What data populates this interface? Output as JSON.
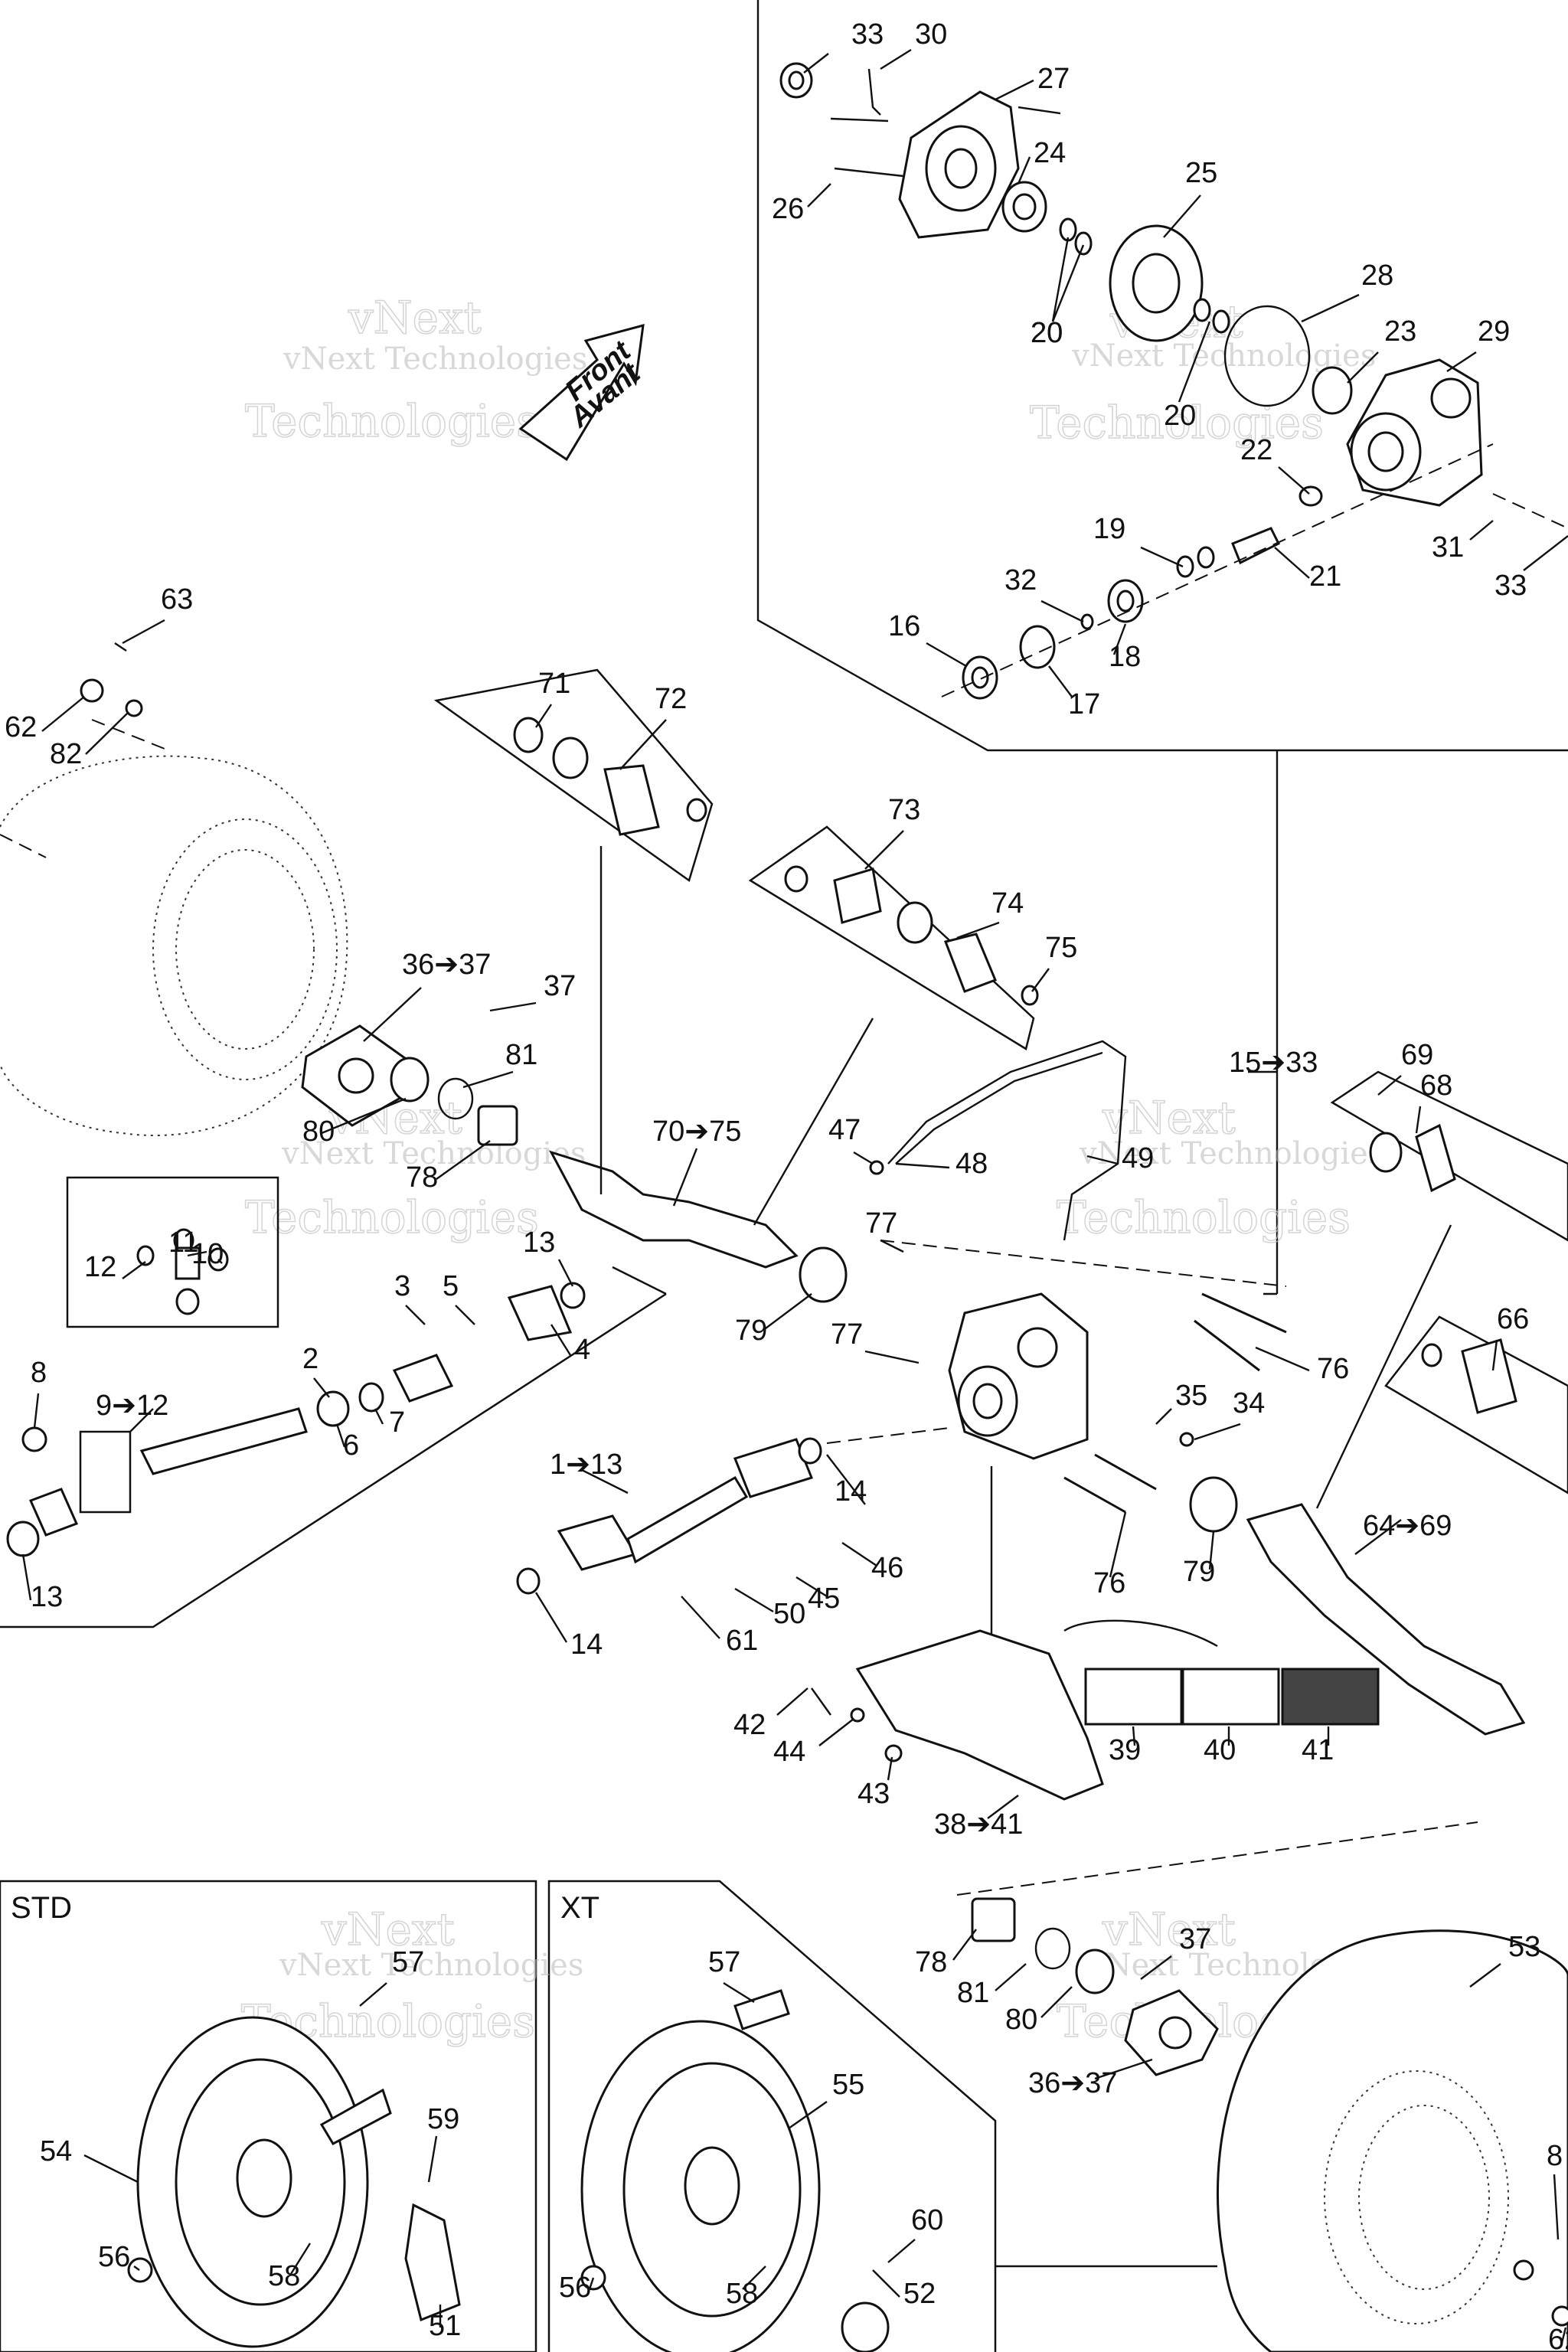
{
  "watermark": {
    "brand_line1": "vNext",
    "brand_line2": "Technologies",
    "small": "vNext Technologies"
  },
  "direction_arrow": {
    "line1": "Front",
    "line2": "Avant"
  },
  "panels": {
    "std": "STD",
    "xt": "XT"
  },
  "labels": [
    "33",
    "30",
    "27",
    "24",
    "26",
    "25",
    "20",
    "28",
    "20",
    "23",
    "29",
    "20",
    "22",
    "31",
    "33",
    "19",
    "21",
    "32",
    "18",
    "16",
    "17",
    "63",
    "62",
    "82",
    "71",
    "72",
    "73",
    "74",
    "75",
    "36➔37",
    "37",
    "81",
    "80",
    "78",
    "15➔33",
    "69",
    "68",
    "47",
    "48",
    "49",
    "70➔75",
    "11",
    "10",
    "12",
    "13",
    "3",
    "5",
    "4",
    "8",
    "9➔12",
    "2",
    "7",
    "6",
    "1➔13",
    "13",
    "77",
    "79",
    "77",
    "76",
    "35",
    "34",
    "14",
    "66",
    "64➔69",
    "79",
    "76",
    "46",
    "45",
    "50",
    "14",
    "61",
    "42",
    "44",
    "43",
    "39",
    "40",
    "41",
    "38➔41",
    "57",
    "37",
    "54",
    "59",
    "56",
    "58",
    "51",
    "57",
    "55",
    "60",
    "56",
    "58",
    "52",
    "78",
    "81",
    "80",
    "36➔37",
    "53",
    "8",
    "62"
  ]
}
